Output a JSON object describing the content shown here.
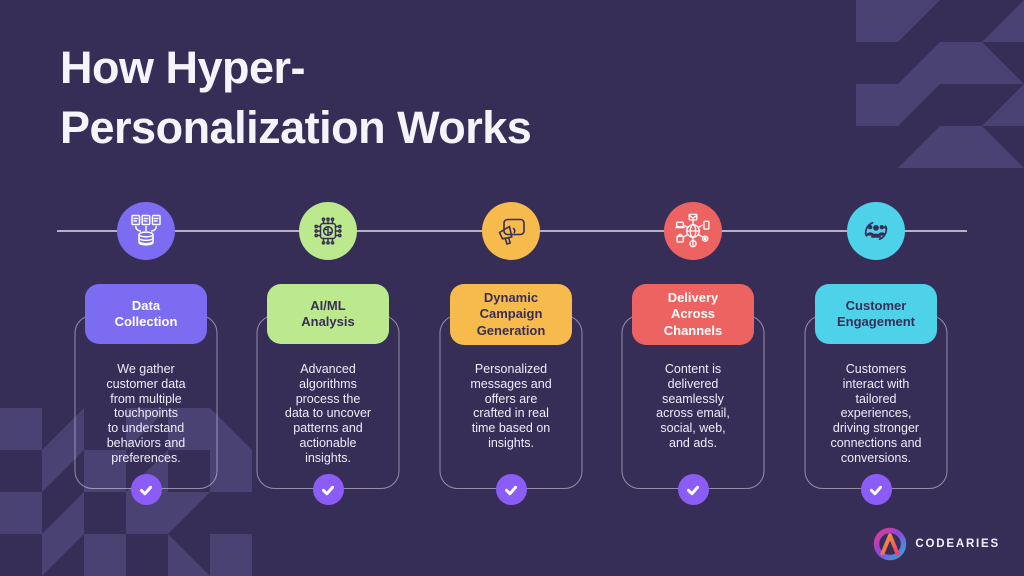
{
  "title": "How Hyper-\nPersonalization Works",
  "background_color": "#372E57",
  "timeline": {
    "color": "#CBC8DB"
  },
  "checkmark": {
    "color": "#8B5CF6",
    "name": "check-icon"
  },
  "steps": [
    {
      "label": "Data\nCollection",
      "label_color": "#FFFFFF",
      "color": "#7B6CF1",
      "icon": "database-documents-icon",
      "description": "We gather\ncustomer data\nfrom multiple\ntouchpoints\nto understand\nbehaviors and\npreferences."
    },
    {
      "label": "AI/ML\nAnalysis",
      "label_color": "#372E57",
      "color": "#BDE98E",
      "icon": "ai-chip-brain-icon",
      "description": "Advanced\nalgorithms\nprocess the\ndata to uncover\npatterns and\nactionable\ninsights."
    },
    {
      "label": "Dynamic\nCampaign\nGeneration",
      "label_color": "#372E57",
      "color": "#F7BB4D",
      "icon": "megaphone-campaign-icon",
      "description": "Personalized\nmessages and\noffers are\ncrafted in real\ntime based on\ninsights."
    },
    {
      "label": "Delivery\nAcross\nChannels",
      "label_color": "#FFFFFF",
      "color": "#EC6361",
      "icon": "omnichannel-globe-icon",
      "description": "Content is\ndelivered\nseamlessly\nacross email,\nsocial, web,\nand ads."
    },
    {
      "label": "Customer\nEngagement",
      "label_color": "#372E57",
      "color": "#4ED2EA",
      "icon": "customer-group-icon",
      "description": "Customers\ninteract with\ntailored\nexperiences,\ndriving stronger\nconnections and\nconversions."
    }
  ],
  "logo": {
    "text": "CODEARIES"
  }
}
